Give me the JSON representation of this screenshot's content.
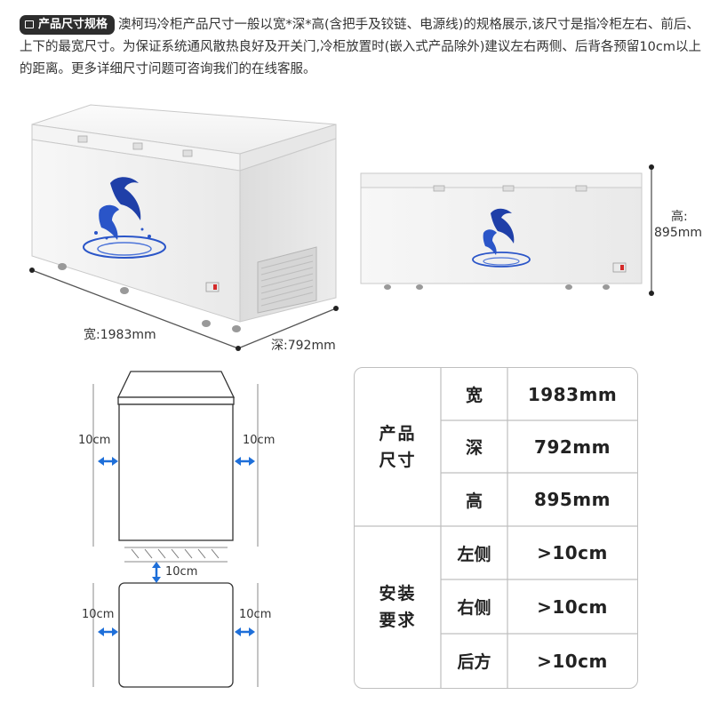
{
  "header": {
    "badge": "产品尺寸规格",
    "text": "澳柯玛冷柜产品尺寸一般以宽*深*高(含把手及铰链、电源线)的规格展示,该尺寸是指冷柜左右、前后、上下的最宽尺寸。为保证系统通风散热良好及开关门,冷柜放置时(嵌入式产品除外)建议左右两侧、后背各预留10cm以上的距离。更多详细尺寸问题可咨询我们的在线客服。"
  },
  "dimensions": {
    "width_label": "宽:1983mm",
    "depth_label": "深:792mm",
    "height_label": "高:",
    "height_value": "895mm"
  },
  "clearance": {
    "front_left": "10cm",
    "front_right": "10cm",
    "top_left": "10cm",
    "top_right": "10cm",
    "top_back": "10cm"
  },
  "spec_table": {
    "product_size_header": "产品\n尺寸",
    "install_header": "安装\n要求",
    "size_rows": [
      {
        "key": "宽",
        "value": "1983mm"
      },
      {
        "key": "深",
        "value": "792mm"
      },
      {
        "key": "高",
        "value": "895mm"
      }
    ],
    "install_rows": [
      {
        "key": "左侧",
        "value": ">10cm"
      },
      {
        "key": "右侧",
        "value": ">10cm"
      },
      {
        "key": "后方",
        "value": ">10cm"
      }
    ]
  },
  "colors": {
    "accent_badge": "#2d2d2d",
    "arrow_blue": "#1e6fd9",
    "table_border": "#bfbfbf",
    "logo_blue": "#1f3fa8"
  },
  "icons": [
    "dolphin-logo-icon",
    "dimension-arrow-icon"
  ]
}
